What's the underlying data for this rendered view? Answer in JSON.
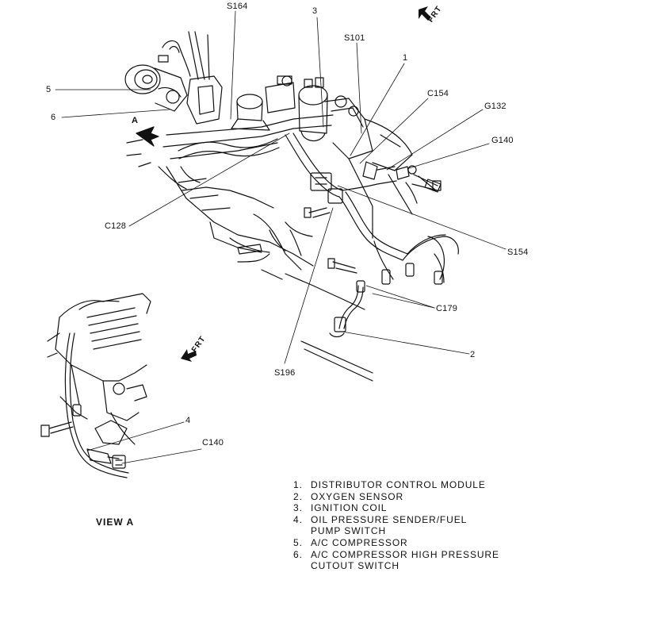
{
  "callouts": {
    "s164": "S164",
    "n3": "3",
    "s101": "S101",
    "n1": "1",
    "c154": "C154",
    "g132": "G132",
    "g140": "G140",
    "n5": "5",
    "n6": "6",
    "a": "A",
    "c128": "C128",
    "s154": "S154",
    "c179": "C179",
    "n2": "2",
    "s196": "S196",
    "n4": "4",
    "c140": "C140"
  },
  "frt_main": "FRT",
  "frt_inset": "FRT",
  "view_label": "VIEW  A",
  "legend": [
    {
      "num": "1.",
      "text": "DISTRIBUTOR CONTROL MODULE"
    },
    {
      "num": "2.",
      "text": "OXYGEN SENSOR"
    },
    {
      "num": "3.",
      "text": "IGNITION COIL"
    },
    {
      "num": "4.",
      "text": "OIL PRESSURE SENDER/FUEL"
    },
    {
      "num": "",
      "text": "PUMP SWITCH"
    },
    {
      "num": "5.",
      "text": "A/C COMPRESSOR"
    },
    {
      "num": "6.",
      "text": "A/C COMPRESSOR HIGH PRESSURE"
    },
    {
      "num": "",
      "text": "CUTOUT SWITCH"
    }
  ]
}
